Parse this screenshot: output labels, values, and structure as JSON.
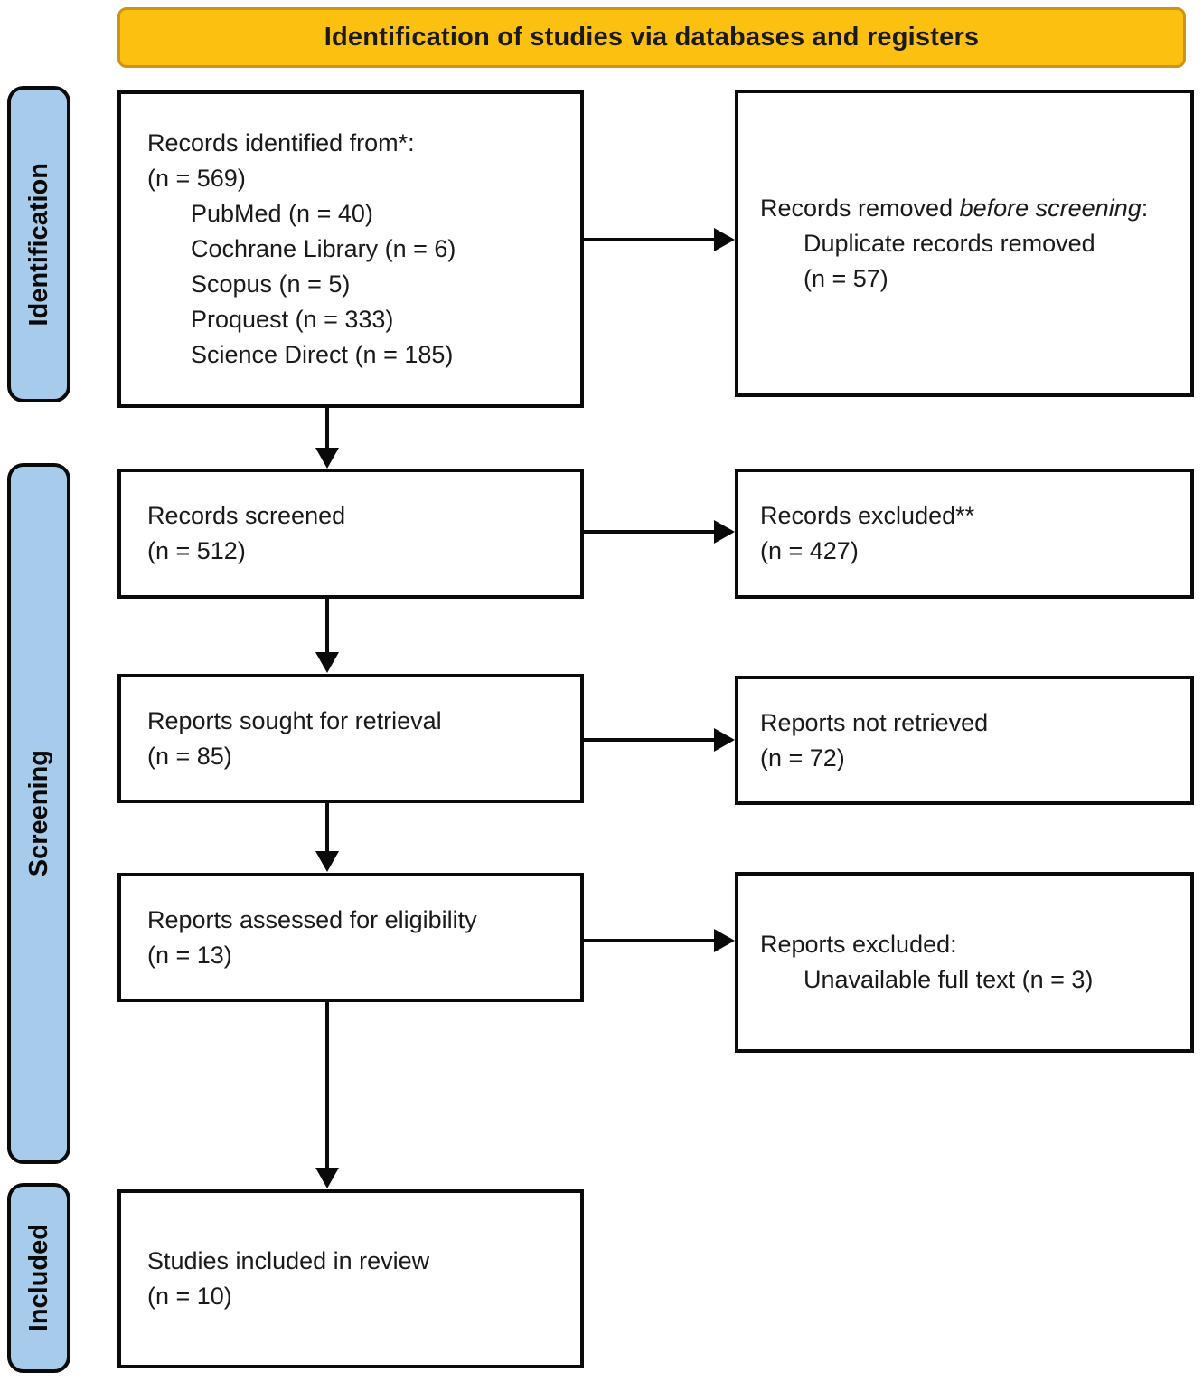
{
  "title": "Identification of studies via databases and registers",
  "sidebar": {
    "identification": "Identification",
    "screening": "Screening",
    "included": "Included"
  },
  "colors": {
    "title_bg": "#FCC010",
    "title_border": "#C9961B",
    "sidebar_bg": "#A7CBEA",
    "box_border": "#0A0A0A"
  },
  "boxes": {
    "identified": {
      "line1": "Records identified from*:",
      "line2": "(n = 569)",
      "items": [
        "PubMed (n = 40)",
        "Cochrane Library (n = 6)",
        "Scopus (n = 5)",
        "Proquest (n = 333)",
        "Science Direct (n = 185)"
      ]
    },
    "removed": {
      "line1_normal": "Records removed ",
      "line1_italic": "before screening",
      "line1_colon": ":",
      "line2": "Duplicate records removed",
      "line3": "(n = 57)"
    },
    "screened": {
      "line1": "Records screened",
      "line2": "(n = 512)"
    },
    "excluded": {
      "line1": "Records excluded**",
      "line2": "(n = 427)"
    },
    "sought": {
      "line1": "Reports sought for retrieval",
      "line2": "(n = 85)"
    },
    "not_retrieved": {
      "line1": "Reports not retrieved",
      "line2": "(n = 72)"
    },
    "assessed": {
      "line1": "Reports assessed for eligibility",
      "line2": "(n = 13)"
    },
    "reports_excluded": {
      "line1": "Reports excluded:",
      "line2": "Unavailable full text (n = 3)"
    },
    "included_studies": {
      "line1": "Studies included in review",
      "line2": "(n = 10)"
    }
  }
}
